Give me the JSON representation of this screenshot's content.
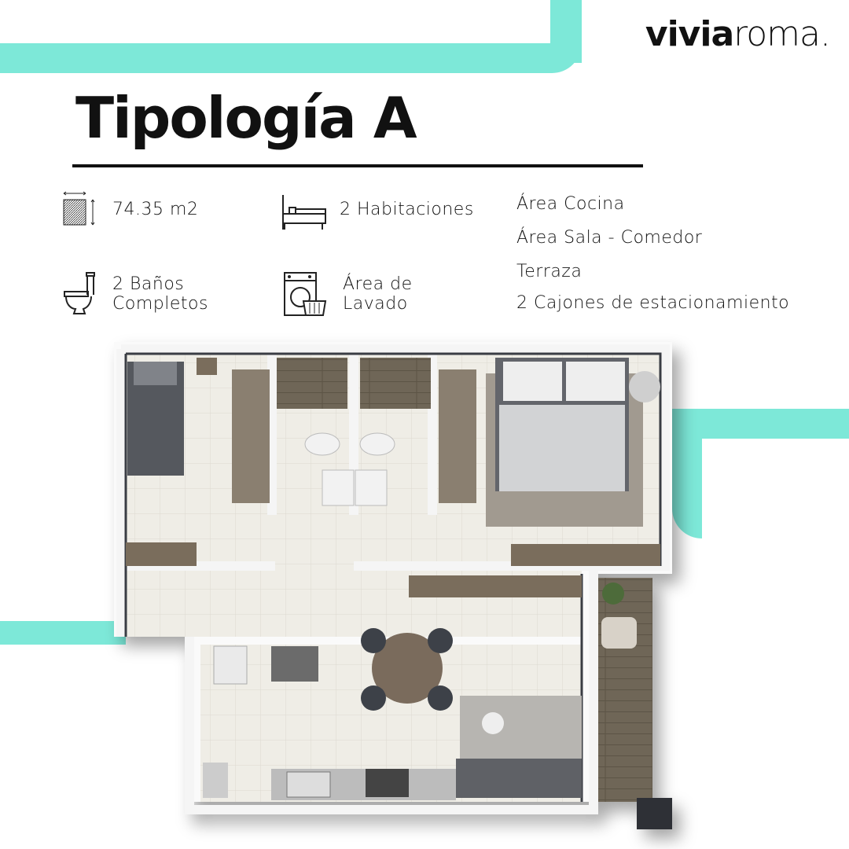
{
  "brand": {
    "logo_bold": "vivia",
    "logo_light": "roma."
  },
  "title": "Tipología A",
  "features": [
    {
      "icon": "area-icon",
      "text": "74.35 m2"
    },
    {
      "icon": "bed-icon",
      "text": "2 Habitaciones"
    },
    {
      "icon": "toilet-icon",
      "line1": "2 Baños",
      "line2": "Completos"
    },
    {
      "icon": "washing-machine-icon",
      "line1": "Área de",
      "line2": "Lavado"
    }
  ],
  "amenities": [
    "Área Cocina",
    "Área Sala - Comedor",
    "Terraza",
    "2 Cajones de estacionamiento"
  ],
  "colors": {
    "accent": "#7de8d8",
    "text": "#111111"
  }
}
